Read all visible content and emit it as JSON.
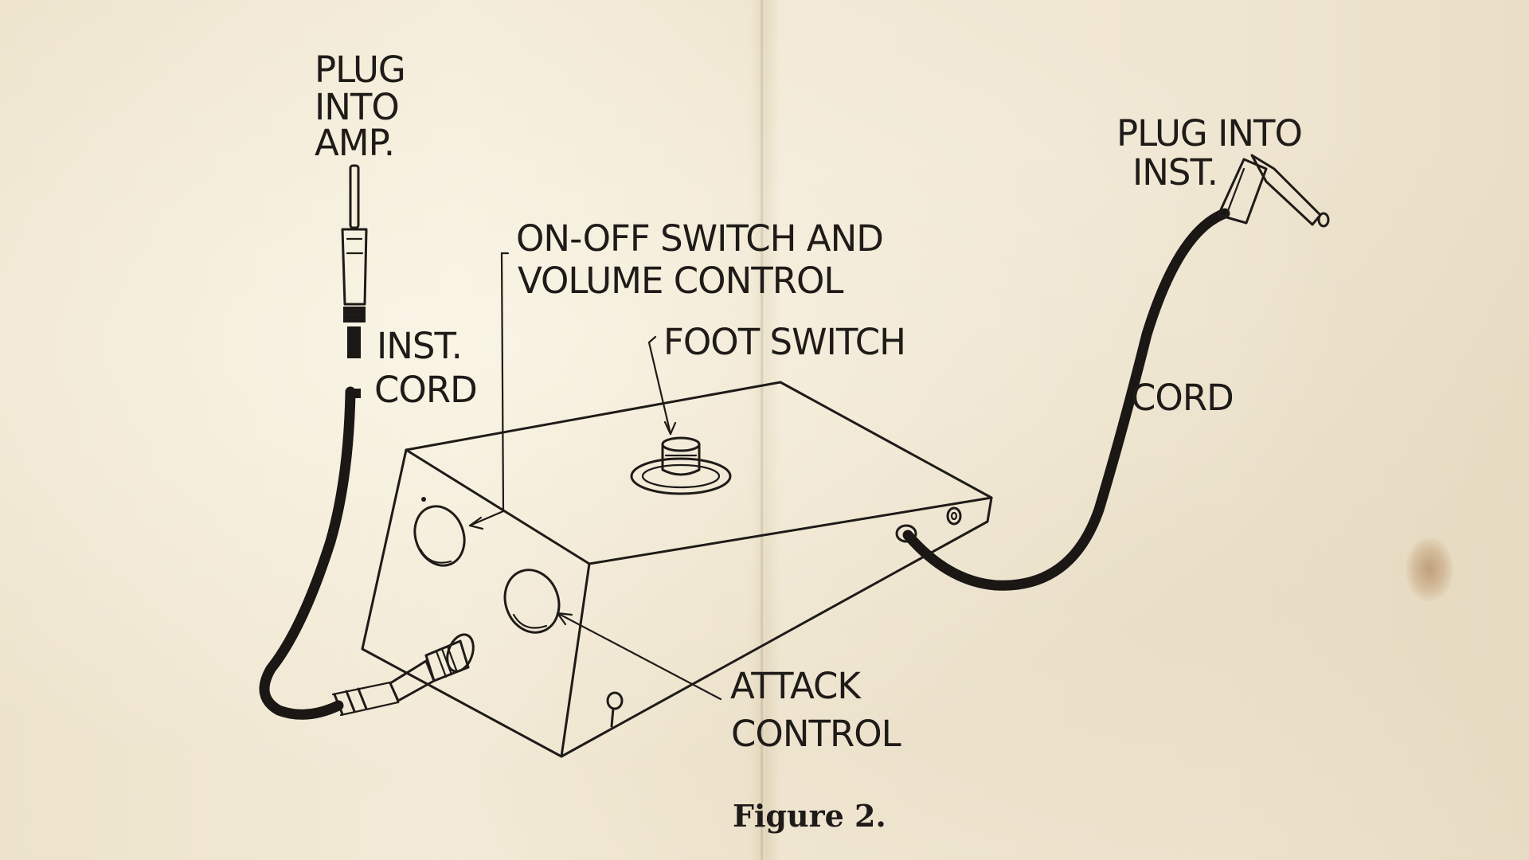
{
  "labels": {
    "plug_into_amp": [
      "PLUG",
      "INTO",
      "AMP."
    ],
    "inst_cord": [
      "INST.",
      "CORD"
    ],
    "on_off_switch": [
      "ON-OFF SWITCH  AND",
      "VOLUME  CONTROL"
    ],
    "foot_switch": "FOOT SWITCH",
    "plug_into_inst": [
      "PLUG INTO",
      "INST."
    ],
    "cord": "CORD",
    "attack_control": [
      "ATTACK",
      "CONTROL"
    ]
  },
  "caption": "Figure 2."
}
